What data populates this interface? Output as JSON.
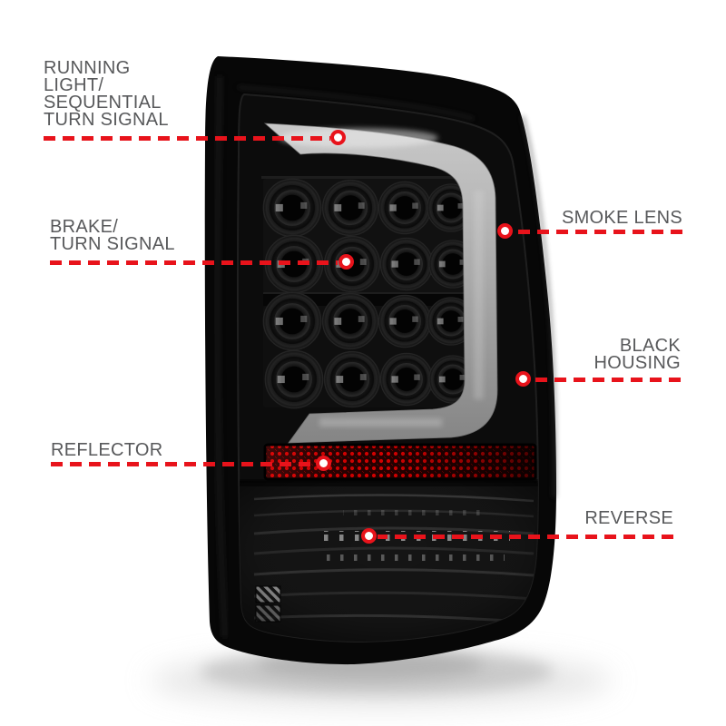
{
  "page": {
    "background": "#ffffff"
  },
  "product": {
    "name": "smoked LED tail light with light bar",
    "colors": {
      "accent_red": "#e8131b",
      "label_gray": "#58595b",
      "housing_black": "#070707",
      "light_bar_gray": "#b5b5b5",
      "reflector_red": "#d40000"
    }
  },
  "annotations": {
    "marker_icon": "red-ring-white-dot",
    "items": [
      {
        "id": "running-light",
        "side": "left",
        "label": "RUNNING\nLIGHT/\nSEQUENTIAL\nTURN SIGNAL"
      },
      {
        "id": "brake",
        "side": "left",
        "label": "BRAKE/\nTURN SIGNAL"
      },
      {
        "id": "reflector",
        "side": "left",
        "label": "REFLECTOR"
      },
      {
        "id": "smoke-lens",
        "side": "right",
        "label": "SMOKE LENS"
      },
      {
        "id": "black-housing",
        "side": "right",
        "label": "BLACK\nHOUSING"
      },
      {
        "id": "reverse",
        "side": "right",
        "label": "REVERSE"
      }
    ]
  }
}
